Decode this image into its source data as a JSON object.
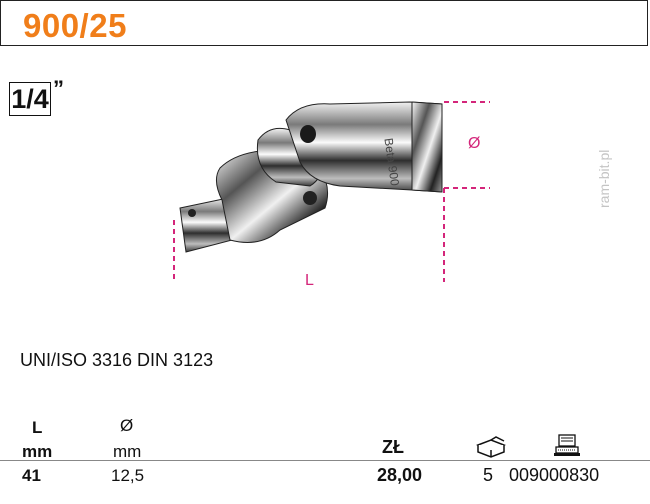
{
  "header": {
    "code": "900/25"
  },
  "drive": {
    "size": "1/4",
    "mark": "”"
  },
  "drawing": {
    "diameter_label": "Ø",
    "length_label": "L",
    "brand_text": "Beta 900",
    "dim_color": "#d4257a"
  },
  "standard": "UNI/ISO 3316 DIN 3123",
  "specs": {
    "length": {
      "label": "L",
      "unit": "mm",
      "value": "41"
    },
    "diameter": {
      "label": "Ø",
      "unit": "mm",
      "value": "12,5"
    }
  },
  "pricing": {
    "currency": "ZŁ",
    "price": "28,00",
    "quantity": "5",
    "ean": "009000830",
    "package_icon": "box-icon",
    "barcode_icon": "computer-icon"
  },
  "watermark": "ram-bit.pl",
  "colors": {
    "accent": "#f07e1a",
    "dimension": "#d4257a"
  }
}
